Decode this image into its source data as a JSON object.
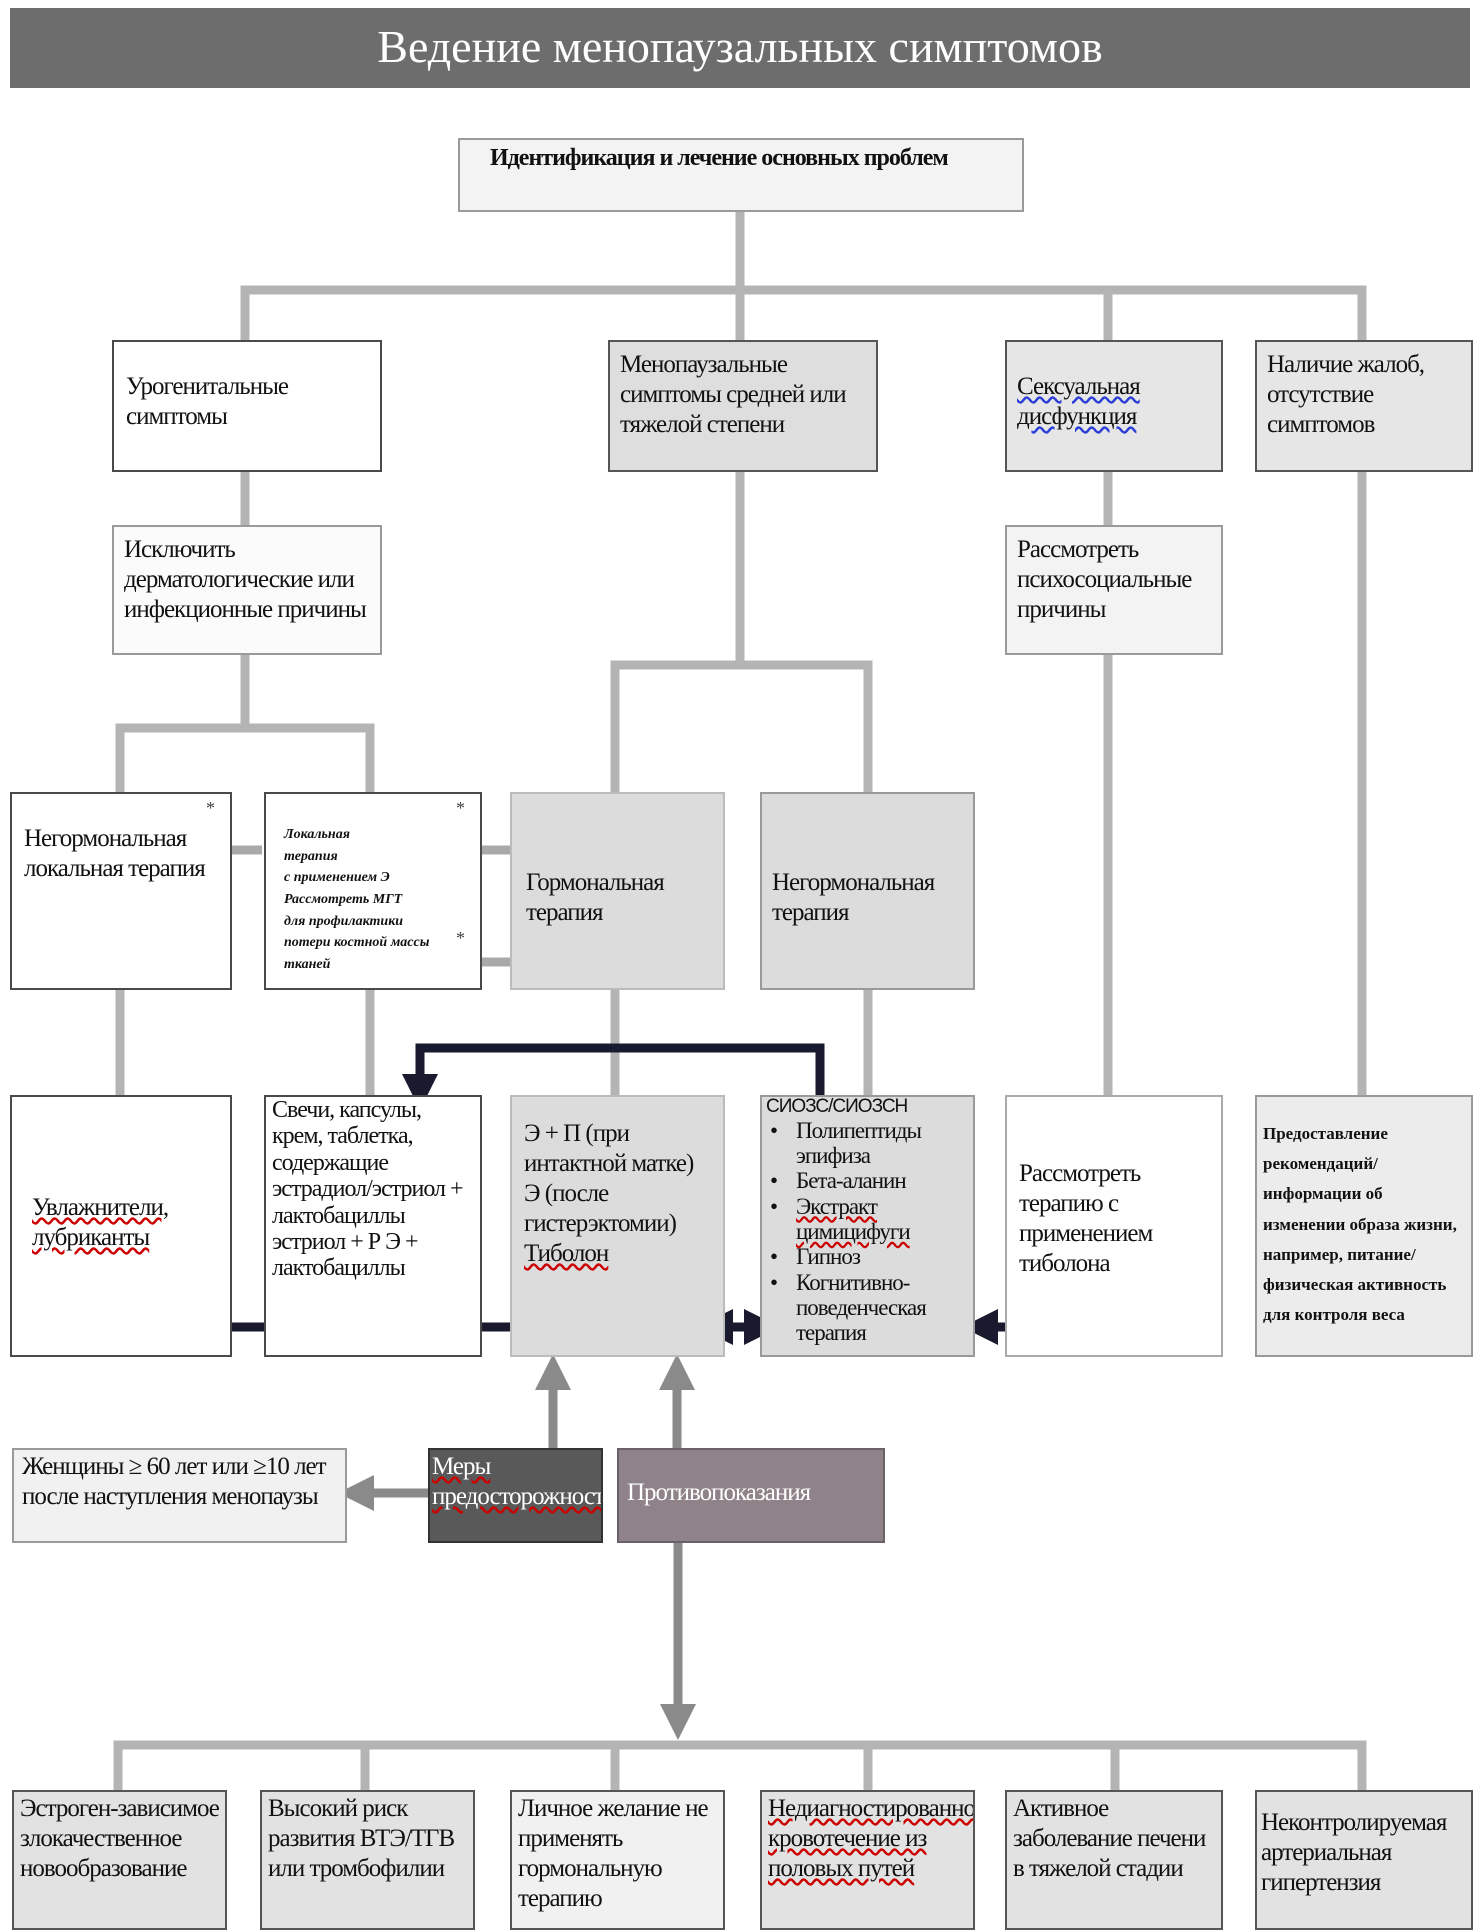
{
  "title": "Ведение менопаузальных симптомов",
  "root": "Идентификация и лечение основных проблем",
  "categories": [
    "Урогенитальные симптомы",
    "Менопаузальные симптомы средней или тяжелой степени",
    "Сексуальная дисфункция",
    "Наличие жалоб, отсутствие симптомов"
  ],
  "exclude_causes": "Исключить дерматологические или инфекционные причины",
  "psychosocial": "Рассмотреть психосоциальные причины",
  "nonhormonal_local": "Негормональная локальная терапия",
  "local_hormonal": [
    "Локальная",
    "терапия",
    "с применением Э",
    "Рассмотреть МГТ",
    "для профилактики",
    "потери костной",
    "массы",
    "тканей"
  ],
  "hormonal_therapy": "Гормональная терапия",
  "nonhormonal_therapy": "Негормональная терапия",
  "moisturizers": "Увлажнители, лубриканты",
  "suppositories": "Свечи, капсулы, крем, таблетка, содержащие эстрадиол/эстриол + лактобациллы эстриол + Р Э + лактобациллы",
  "hrt_options": [
    "Э + П (при интактной матке)",
    "Э (после гистерэктомии)",
    "Тиболон"
  ],
  "nonhormonal_options": {
    "header": "СИОЗС/СИОЗСН",
    "items": [
      "Полипептиды эпифиза",
      "Бета-аланин",
      "Экстракт цимицифуги",
      "Гипноз",
      "Когнитивно-поведенческая терапия"
    ]
  },
  "tibolone": "Рассмотреть терапию с применением тиболона",
  "lifestyle": "Предоставление рекомендаций/ информации об изменении образа жизни, например, питание/физическая активность для контроля веса",
  "women60": "Женщины ≥ 60 лет или ≥10 лет после наступления менопаузы",
  "precautions": "Меры предосторожности",
  "contraindications": "Противопоказания",
  "contra_items": [
    "Эстроген-зависимое злокачественное новообразование",
    "Высокий риск развития ВТЭ/ТГВ или тромбофилии",
    "Личное желание не применять гормональную терапию",
    "Недиагностированное кровотечение из половых путей",
    "Активное заболевание печени в тяжелой стадии",
    "Неконтролируемая артериальная гипертензия"
  ],
  "star_symbol": "*",
  "colors": {
    "title_bg": "#6d6d6d",
    "line": "#b4b4b4",
    "arrow_dark": "#1a1a2e",
    "precautions_bg": "#595959",
    "contra_bg": "#8f8288"
  }
}
